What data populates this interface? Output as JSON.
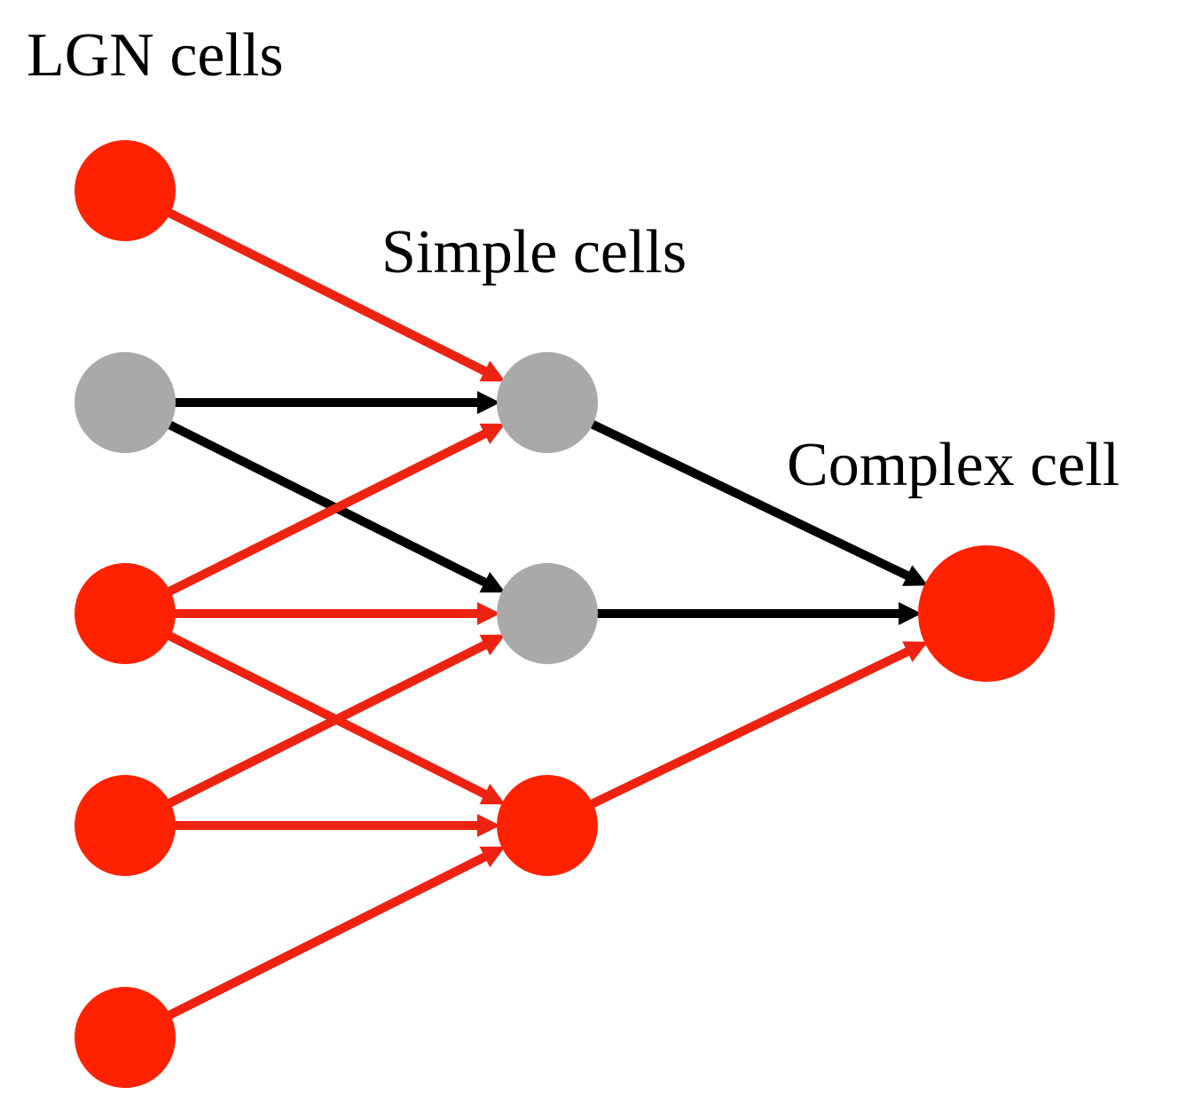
{
  "labels": {
    "lgn": "LGN cells",
    "simple": "Simple cells",
    "complex": "Complex cell"
  },
  "colors": {
    "on": "#ff2200",
    "off": "#a9a9a9",
    "red_edge": "#ee2211",
    "black_edge": "#000000",
    "text": "#000000"
  },
  "nodes": [
    {
      "id": "lgn1",
      "layer": "lgn",
      "type": "on"
    },
    {
      "id": "lgn2",
      "layer": "lgn",
      "type": "off"
    },
    {
      "id": "lgn3",
      "layer": "lgn",
      "type": "on"
    },
    {
      "id": "lgn4",
      "layer": "lgn",
      "type": "on"
    },
    {
      "id": "lgn5",
      "layer": "lgn",
      "type": "on"
    },
    {
      "id": "s1",
      "layer": "simple",
      "type": "off"
    },
    {
      "id": "s2",
      "layer": "simple",
      "type": "off"
    },
    {
      "id": "s3",
      "layer": "simple",
      "type": "on"
    },
    {
      "id": "c1",
      "layer": "complex",
      "type": "on"
    }
  ],
  "edges": [
    {
      "from": "lgn1",
      "to": "s1",
      "color": "red"
    },
    {
      "from": "lgn2",
      "to": "s1",
      "color": "black"
    },
    {
      "from": "lgn2",
      "to": "s2",
      "color": "black"
    },
    {
      "from": "lgn3",
      "to": "s1",
      "color": "red"
    },
    {
      "from": "lgn3",
      "to": "s2",
      "color": "red"
    },
    {
      "from": "lgn3",
      "to": "s3",
      "color": "red"
    },
    {
      "from": "lgn4",
      "to": "s2",
      "color": "red"
    },
    {
      "from": "lgn4",
      "to": "s3",
      "color": "red"
    },
    {
      "from": "lgn5",
      "to": "s3",
      "color": "red"
    },
    {
      "from": "s1",
      "to": "c1",
      "color": "black"
    },
    {
      "from": "s2",
      "to": "c1",
      "color": "black"
    },
    {
      "from": "s3",
      "to": "c1",
      "color": "red"
    }
  ]
}
